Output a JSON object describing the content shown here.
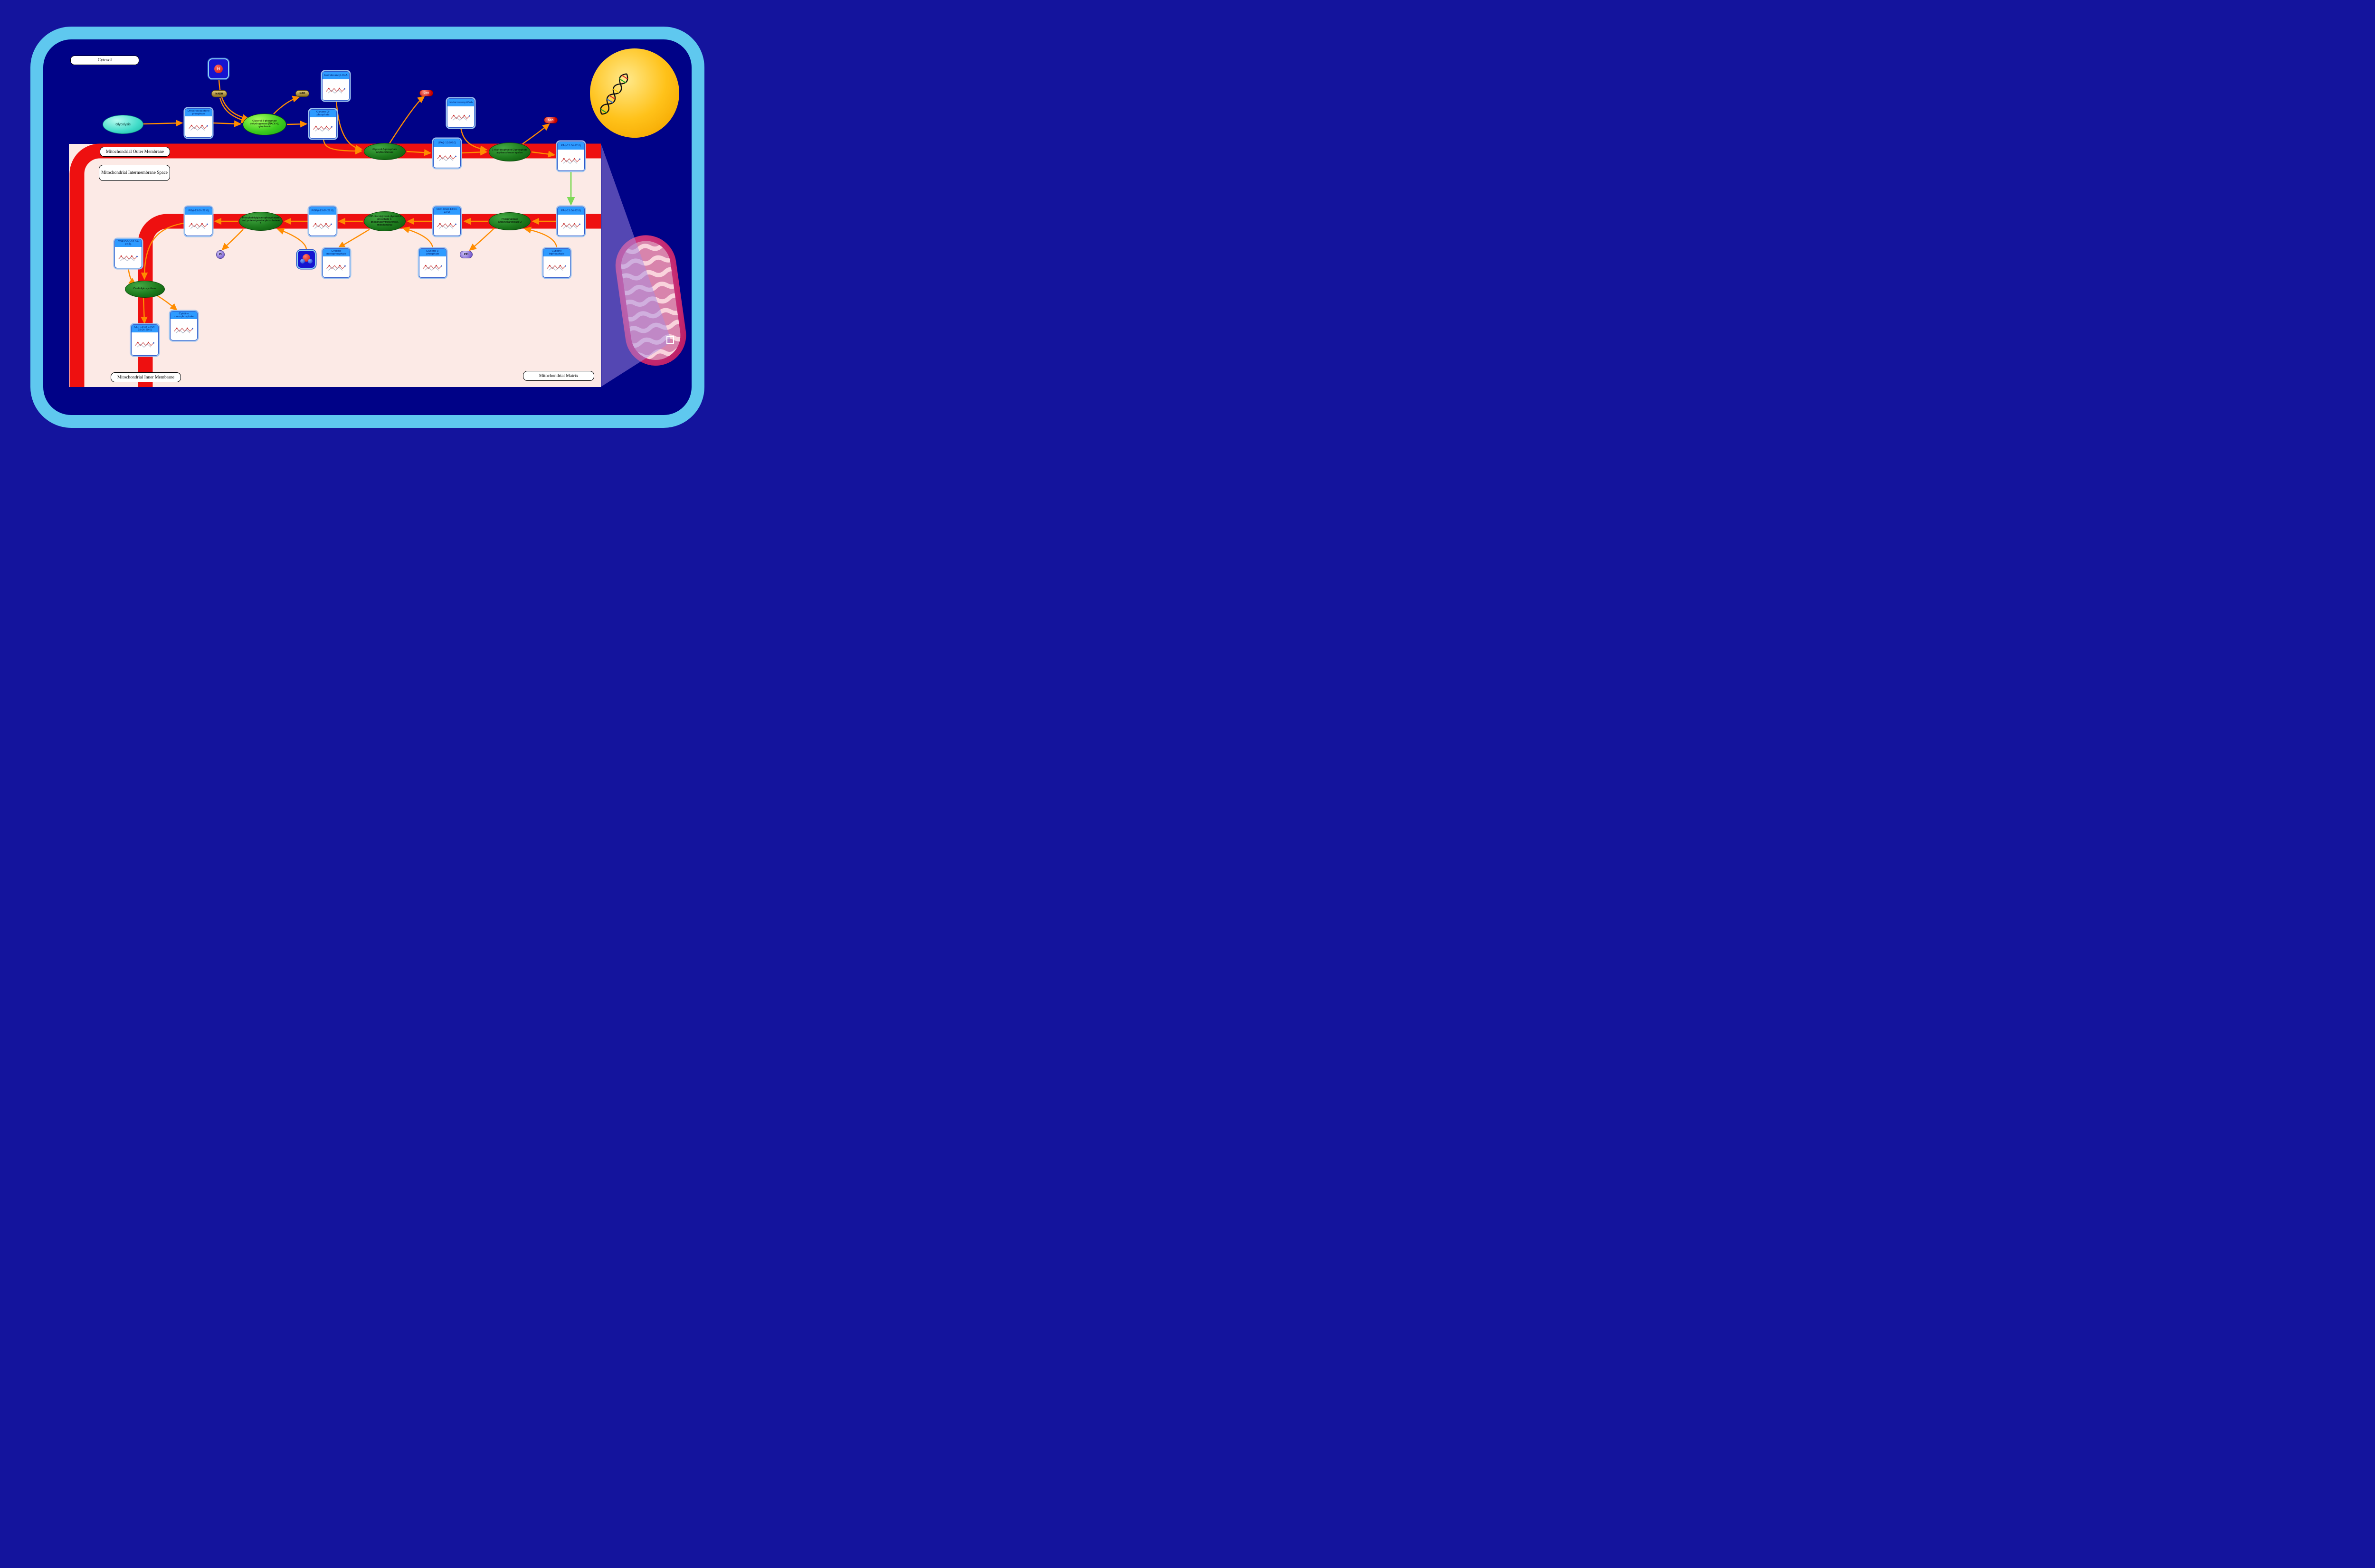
{
  "region_labels": {
    "cytosol": "Cytosol",
    "outer_membrane": "Mitochondrial Outer Membrane",
    "intermembrane_space": "Mitochondrial Intermembrane Space",
    "inner_membrane": "Mitochondrial Inner Membrane",
    "matrix": "Mitochondrial Matrix"
  },
  "pathway": {
    "glycolysis": "Glycolysis"
  },
  "metabolites": {
    "dhap": "Dihydroxyacetone phosphate",
    "g3p_cytosol": "Glycerol 3-phosphate",
    "isotridecanoyl_coa": "Isotridecanoyl-CoA",
    "isodocosanoyl_coa": "Isodocosanoyl-CoA",
    "lpa": "LPA(i-13:0/0:0)",
    "pa_outer": "PA(i-13:0/i-22:0)",
    "pa_inner": "PA(i-13:0/i-22:0)",
    "cdp_dg_13_22": "CDP-DG(i-13:0/i-22:0)",
    "pgp": "PGP(i-13:0/i-22:0)",
    "pg": "PG(i-13:0/i-22:0)",
    "ctp": "Cytidine triphosphate",
    "g3p_matrix": "Glycerol 3-phosphate",
    "cmp_matrix": "Cytidine monophosphate",
    "cdp_dg_18_20": "CDP-DG(i-18:0/i-20:0)",
    "cardiolipin": "CL(i-13:0/i-22:0/i-18:0/i-20:0)",
    "cmp_inner": "Cytidine monophosphate"
  },
  "enzymes": {
    "gpd1": "Glycerol-3-phosphate dehydrogenase [NAD(+)], cytoplasmic",
    "gpat": "Glycerol-3-phosphate acyltransferase",
    "agpat": "1-Acyl-sn-glycerol-3-phosphate acyltransferase epsilon",
    "cds2": "Phosphatidate cytidylyltransferase 2",
    "pgps": "CDP-diacylglycerol-glycerol-3-phosphate 3-phosphatidyltransferase, mitochondrial",
    "ptpmt1": "Phosphatidylglycerophosphatase and protein-tyrosine phosphatase 1",
    "crls": "Cardiolipin synthase"
  },
  "small_molecules": {
    "h_plus": "H",
    "nadh": "NADH",
    "nad": "NAD",
    "coa_1": "CoA",
    "coa_2": "CoA",
    "pi": "Pi",
    "ppi": "PPi"
  },
  "colors": {
    "background": "#14149D",
    "cell_fill": "#000287",
    "cell_border": "#5FC8EF",
    "membrane_red": "#EE1010",
    "matrix_pink": "#FCEAE6",
    "arrow_orange": "#FF8C00",
    "transport_green": "#7ED957",
    "metabolite_header": "#2E9BFF",
    "enzyme_green": "#1C7A1C",
    "nucleus_yellow": "#FFC21A"
  }
}
